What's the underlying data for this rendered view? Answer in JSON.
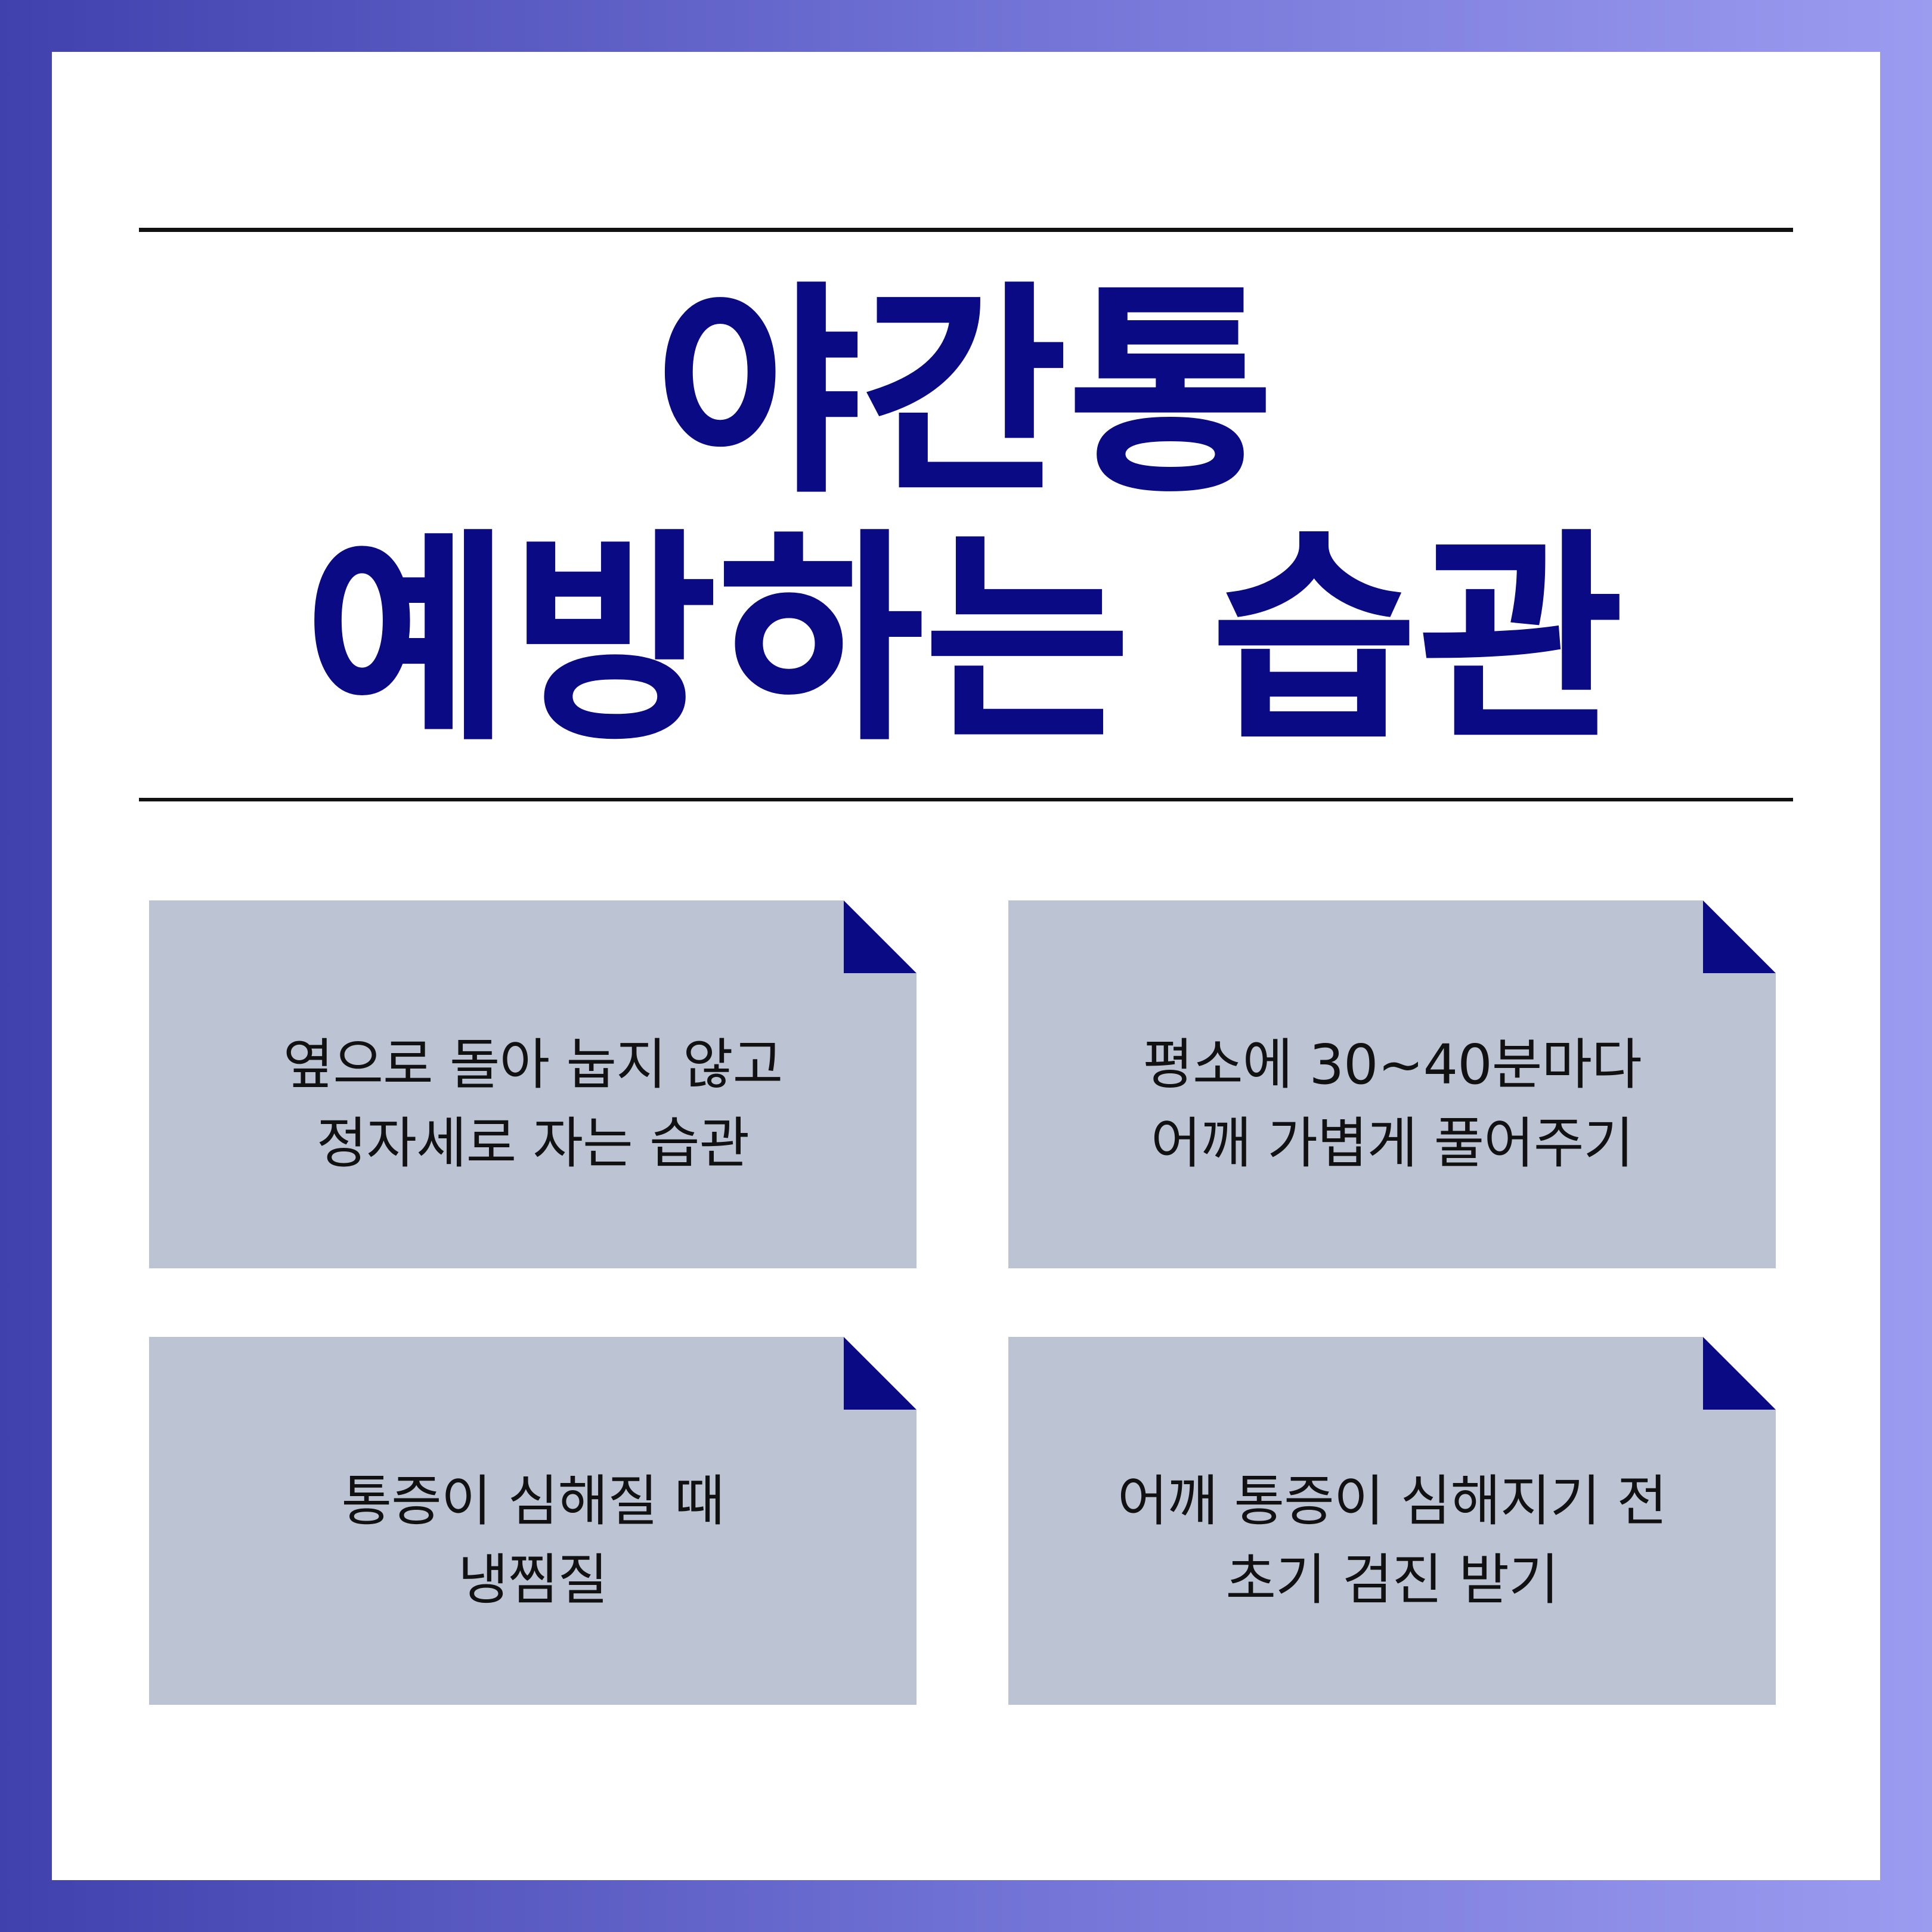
{
  "title": {
    "line1": "야간통",
    "line2": "예방하는 습관"
  },
  "colors": {
    "title": "#0a0a84",
    "card_bg": "#bcc4d3",
    "fold": "#0a0a84",
    "gradient_start": "#4141ae",
    "gradient_end": "#9b9bf0"
  },
  "cards": [
    {
      "line1": "옆으로 돌아 눕지 않고",
      "line2": "정자세로 자는 습관"
    },
    {
      "line1": "평소에 30~40분마다",
      "line2": "어깨 가볍게 풀어주기"
    },
    {
      "line1": "통증이 심해질 때",
      "line2": "냉찜질"
    },
    {
      "line1": "어깨 통증이 심해지기 전",
      "line2": "초기 검진 받기"
    }
  ]
}
